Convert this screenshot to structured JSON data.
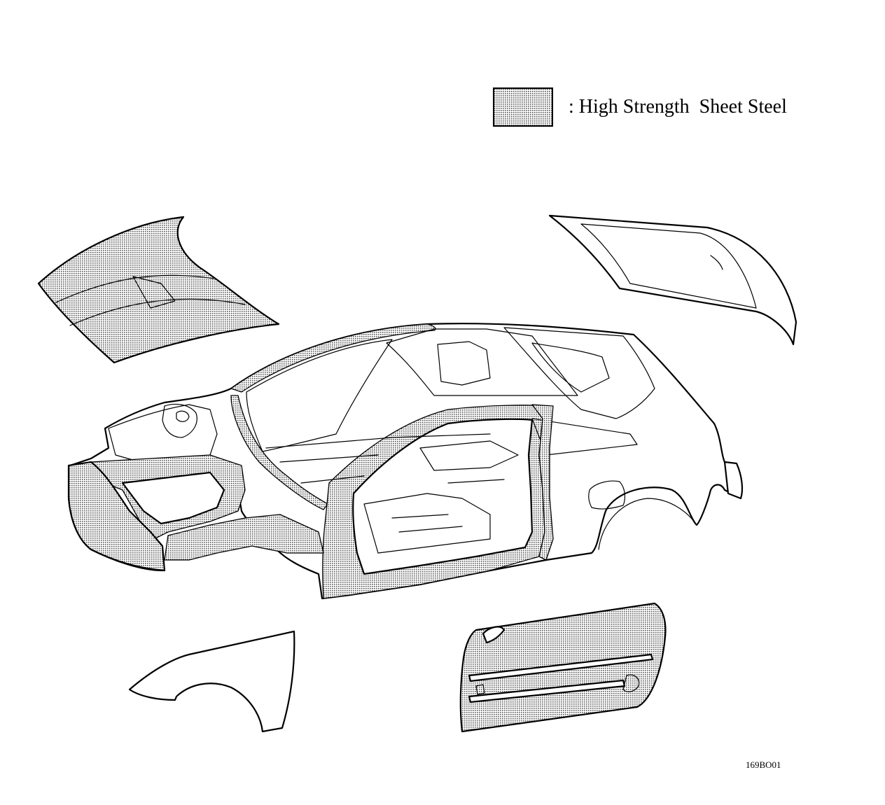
{
  "legend": {
    "label": ": High Strength  Sheet Steel",
    "swatch_meaning": "high-strength-sheet-steel"
  },
  "figure_code": "169BO01",
  "colors": {
    "line": "#000000",
    "background": "#ffffff",
    "steel_fill": "#9a9a9a"
  }
}
